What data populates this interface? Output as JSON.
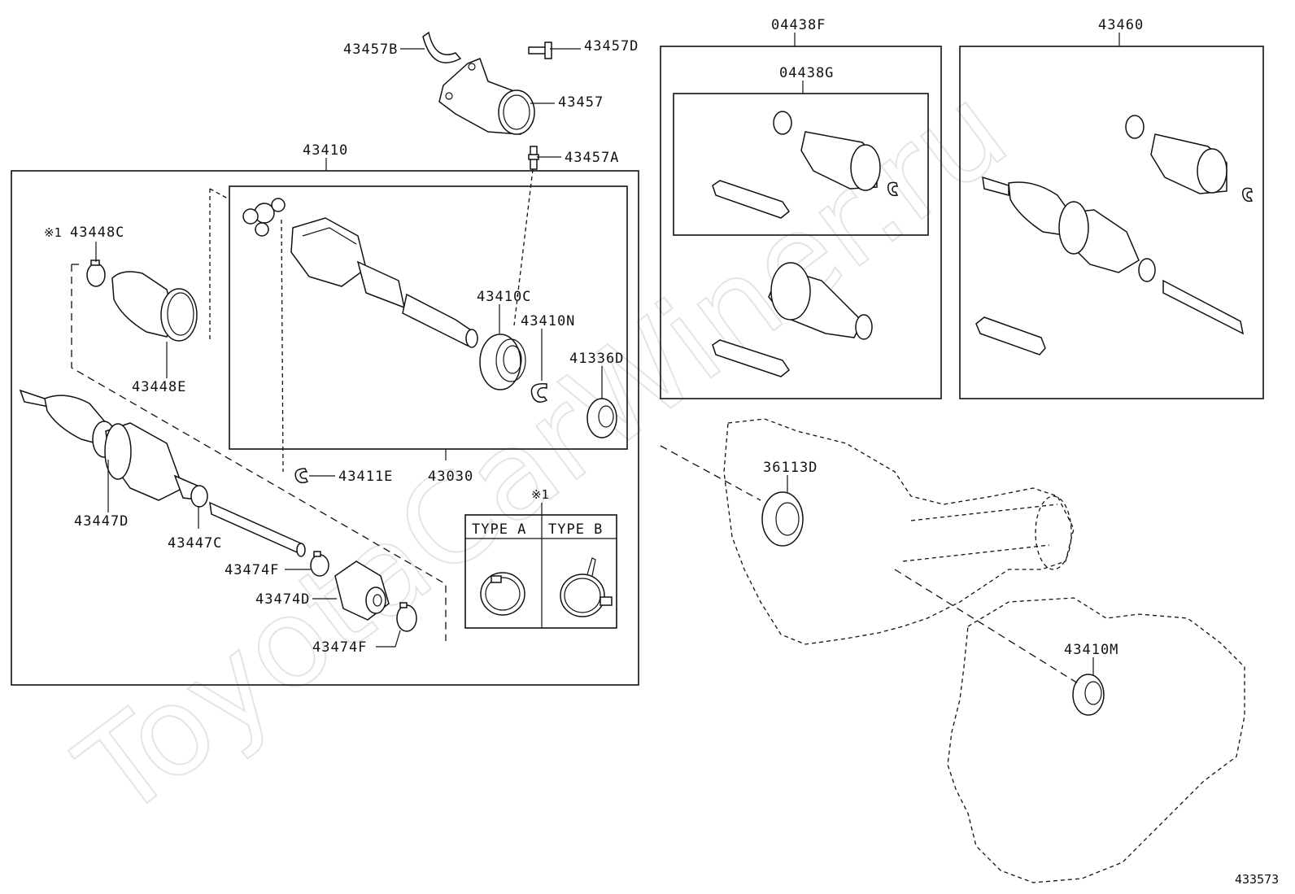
{
  "diagram_id": "433573",
  "watermark": "ToyotaCarWiner.ru",
  "note_mark": "※1",
  "labels": {
    "p43457B": "43457B",
    "p43457D": "43457D",
    "p43457": "43457",
    "p43457A": "43457A",
    "p43410": "43410",
    "p43448C": "43448C",
    "p43448E": "43448E",
    "p43410C": "43410C",
    "p43410N": "43410N",
    "p41336D": "41336D",
    "p43030": "43030",
    "p43411E": "43411E",
    "p43447D": "43447D",
    "p43447C": "43447C",
    "p43474F_a": "43474F",
    "p43474D": "43474D",
    "p43474F_b": "43474F",
    "p04438F": "04438F",
    "p04438G": "04438G",
    "p43460": "43460",
    "p36113D": "36113D",
    "p43410M": "43410M"
  },
  "type_table": {
    "type_a": "TYPE A",
    "type_b": "TYPE B"
  }
}
